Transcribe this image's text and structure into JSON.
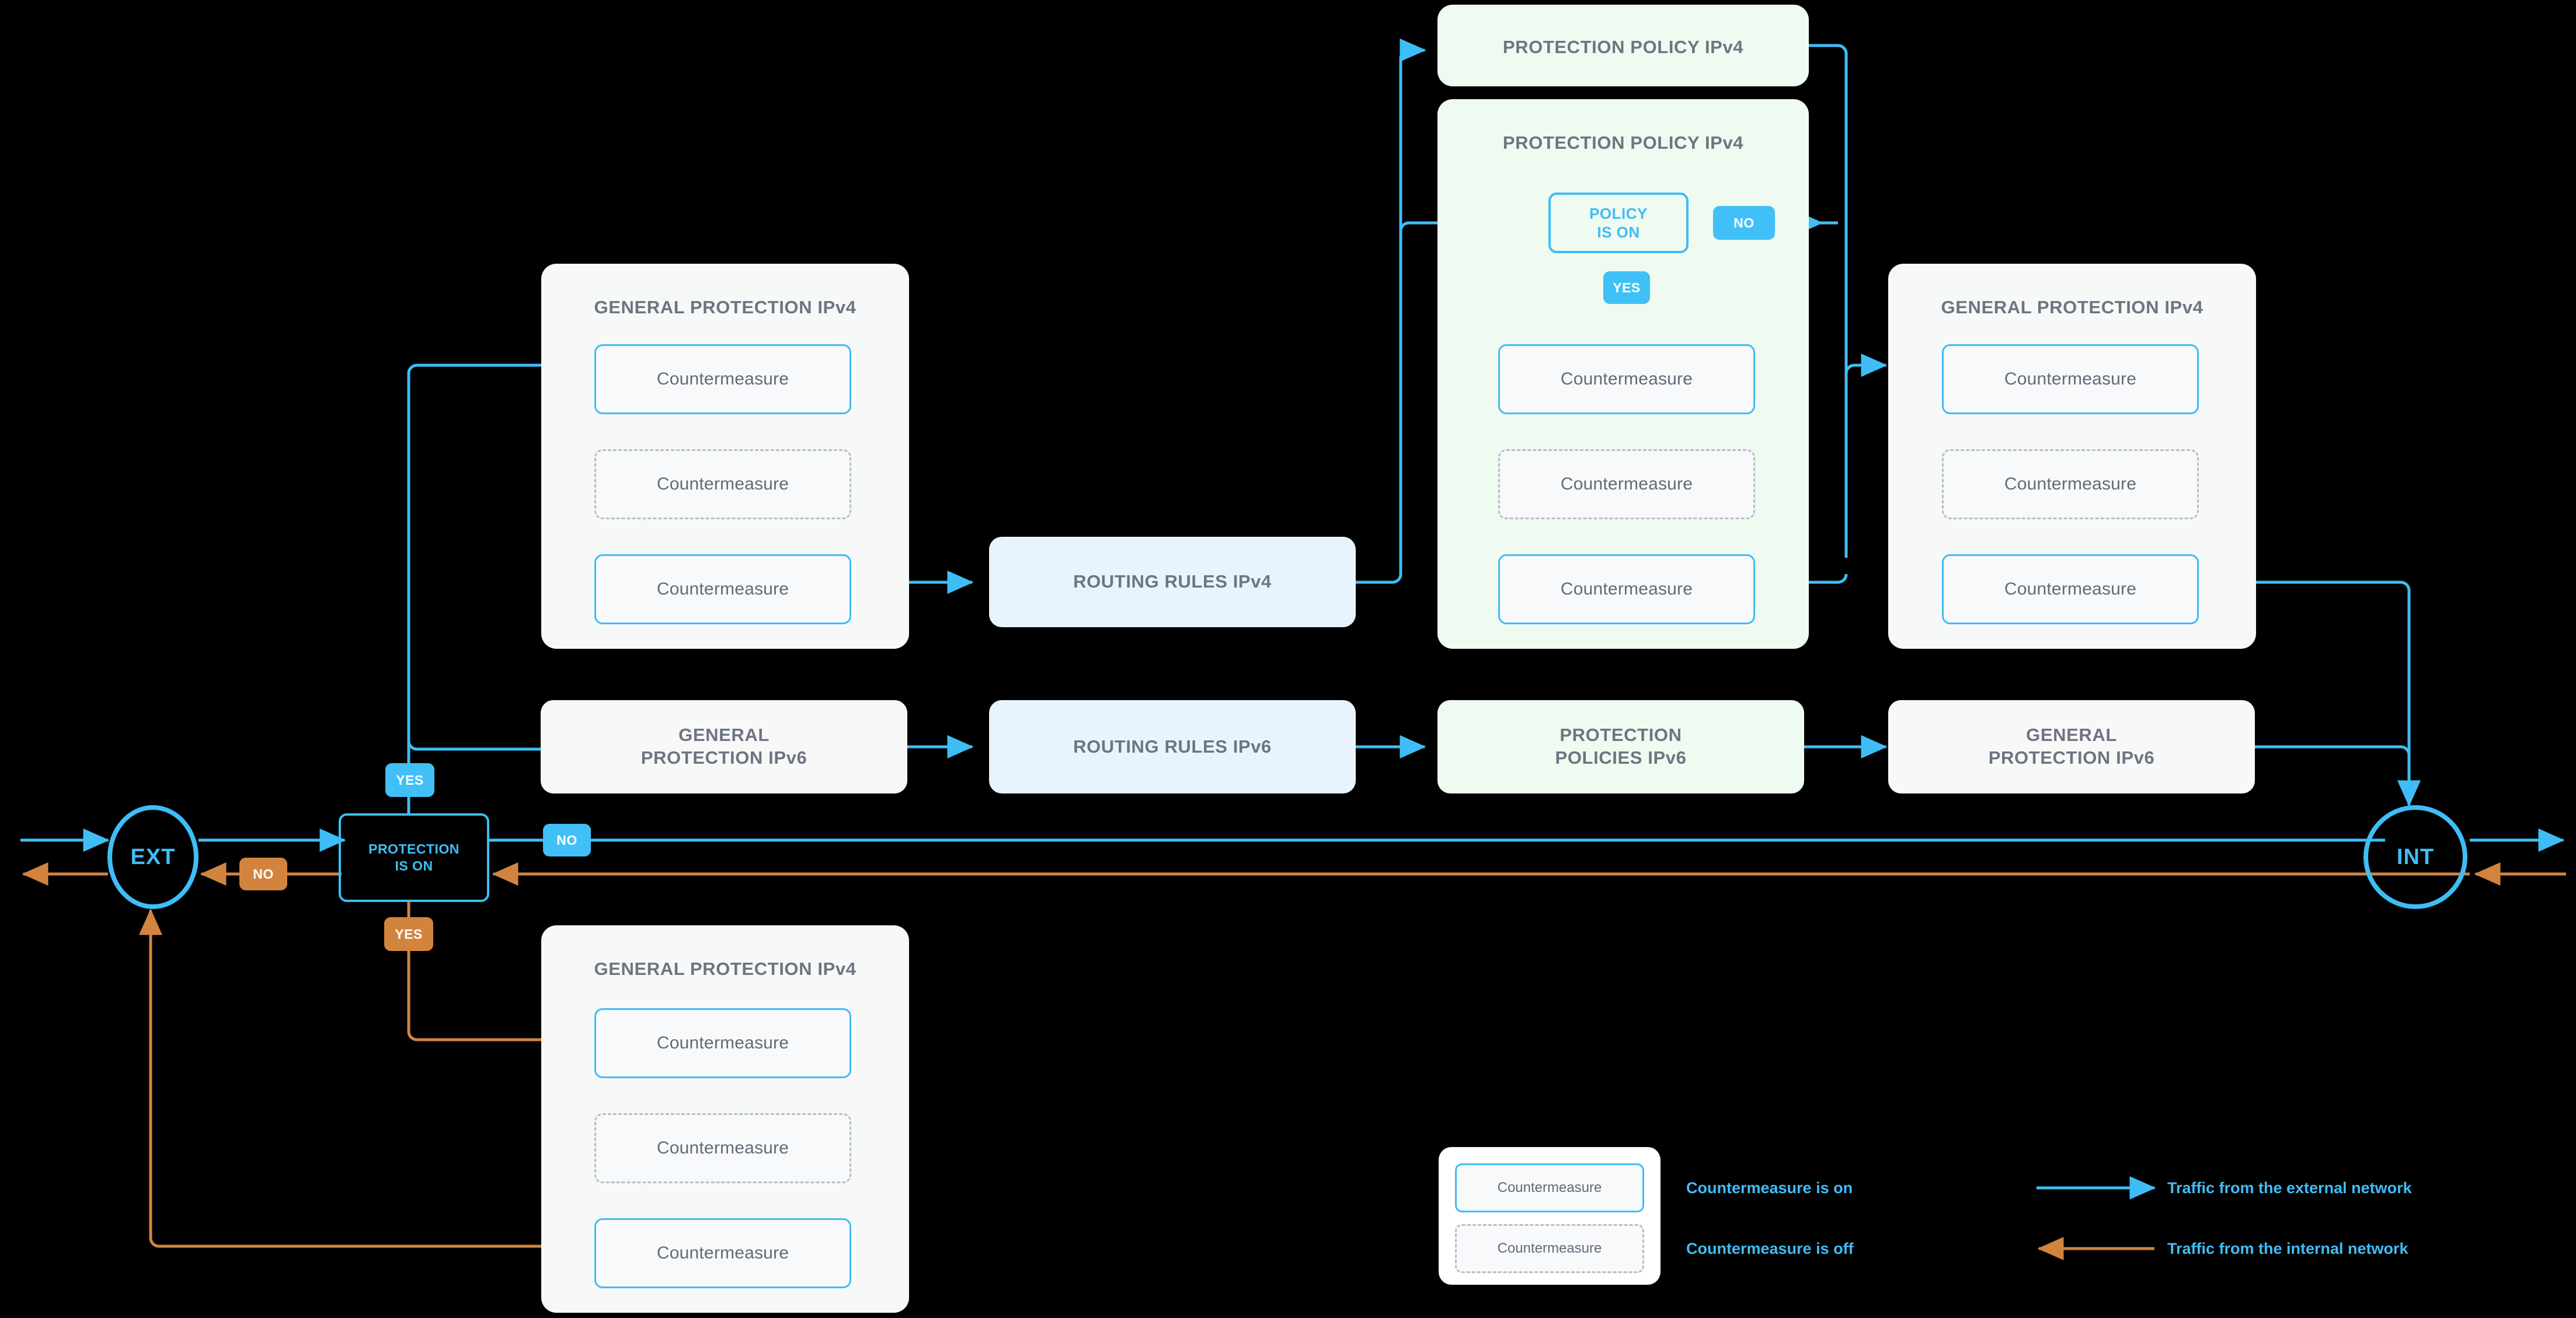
{
  "colors": {
    "background": "#000000",
    "traffic_external": "#3fbdf6",
    "traffic_internal": "#d2843f",
    "panel_gray": "#f7f8f8",
    "panel_mint": "#effaf1",
    "panel_blue": "#e7f4fd",
    "title_text": "#6c7581",
    "chip_text": "#616b78",
    "cm_on_border": "#3fbdf6",
    "cm_off_border": "#b9bfc6"
  },
  "endpoints": {
    "external": "EXT",
    "internal": "INT"
  },
  "decisions": {
    "protection": {
      "line1": "PROTECTION",
      "line2": "IS ON"
    },
    "policy": {
      "line1": "POLICY",
      "line2": "IS ON"
    }
  },
  "badges": {
    "yes_blue_up": "YES",
    "yes_orange_down": "YES",
    "no_blue_right": "NO",
    "no_orange_left": "NO",
    "policy_yes": "YES",
    "policy_no": "NO"
  },
  "panels": {
    "general_protection_ipv4_top": {
      "title": "GENERAL PROTECTION IPv4",
      "countermeasures": [
        {
          "label": "Countermeasure",
          "state": "on"
        },
        {
          "label": "Countermeasure",
          "state": "off"
        },
        {
          "label": "Countermeasure",
          "state": "on"
        }
      ]
    },
    "general_protection_ipv4_bottom": {
      "title": "GENERAL PROTECTION IPv4",
      "countermeasures": [
        {
          "label": "Countermeasure",
          "state": "on"
        },
        {
          "label": "Countermeasure",
          "state": "off"
        },
        {
          "label": "Countermeasure",
          "state": "on"
        }
      ]
    },
    "protection_policy_ipv4_header": {
      "title": "PROTECTION POLICY IPv4"
    },
    "protection_policy_ipv4_main": {
      "title": "PROTECTION POLICY IPv4",
      "countermeasures": [
        {
          "label": "Countermeasure",
          "state": "on"
        },
        {
          "label": "Countermeasure",
          "state": "off"
        },
        {
          "label": "Countermeasure",
          "state": "on"
        }
      ]
    },
    "general_protection_ipv4_right": {
      "title": "GENERAL PROTECTION IPv4",
      "countermeasures": [
        {
          "label": "Countermeasure",
          "state": "on"
        },
        {
          "label": "Countermeasure",
          "state": "off"
        },
        {
          "label": "Countermeasure",
          "state": "on"
        }
      ]
    }
  },
  "boxes": {
    "routing_rules_ipv4": "ROUTING RULES IPv4",
    "routing_rules_ipv6": "ROUTING RULES IPv6",
    "general_protection_ipv6_left": "GENERAL\nPROTECTION IPv6",
    "protection_policies_ipv6": "PROTECTION\nPOLICIES IPv6",
    "general_protection_ipv6_right": "GENERAL\nPROTECTION IPv6"
  },
  "legend": {
    "chip_on": "Countermeasure",
    "chip_off": "Countermeasure",
    "label_on": "Countermeasure is on",
    "label_off": "Countermeasure is off",
    "arrow_external": "Traffic from the external network",
    "arrow_internal": "Traffic from the internal network"
  }
}
